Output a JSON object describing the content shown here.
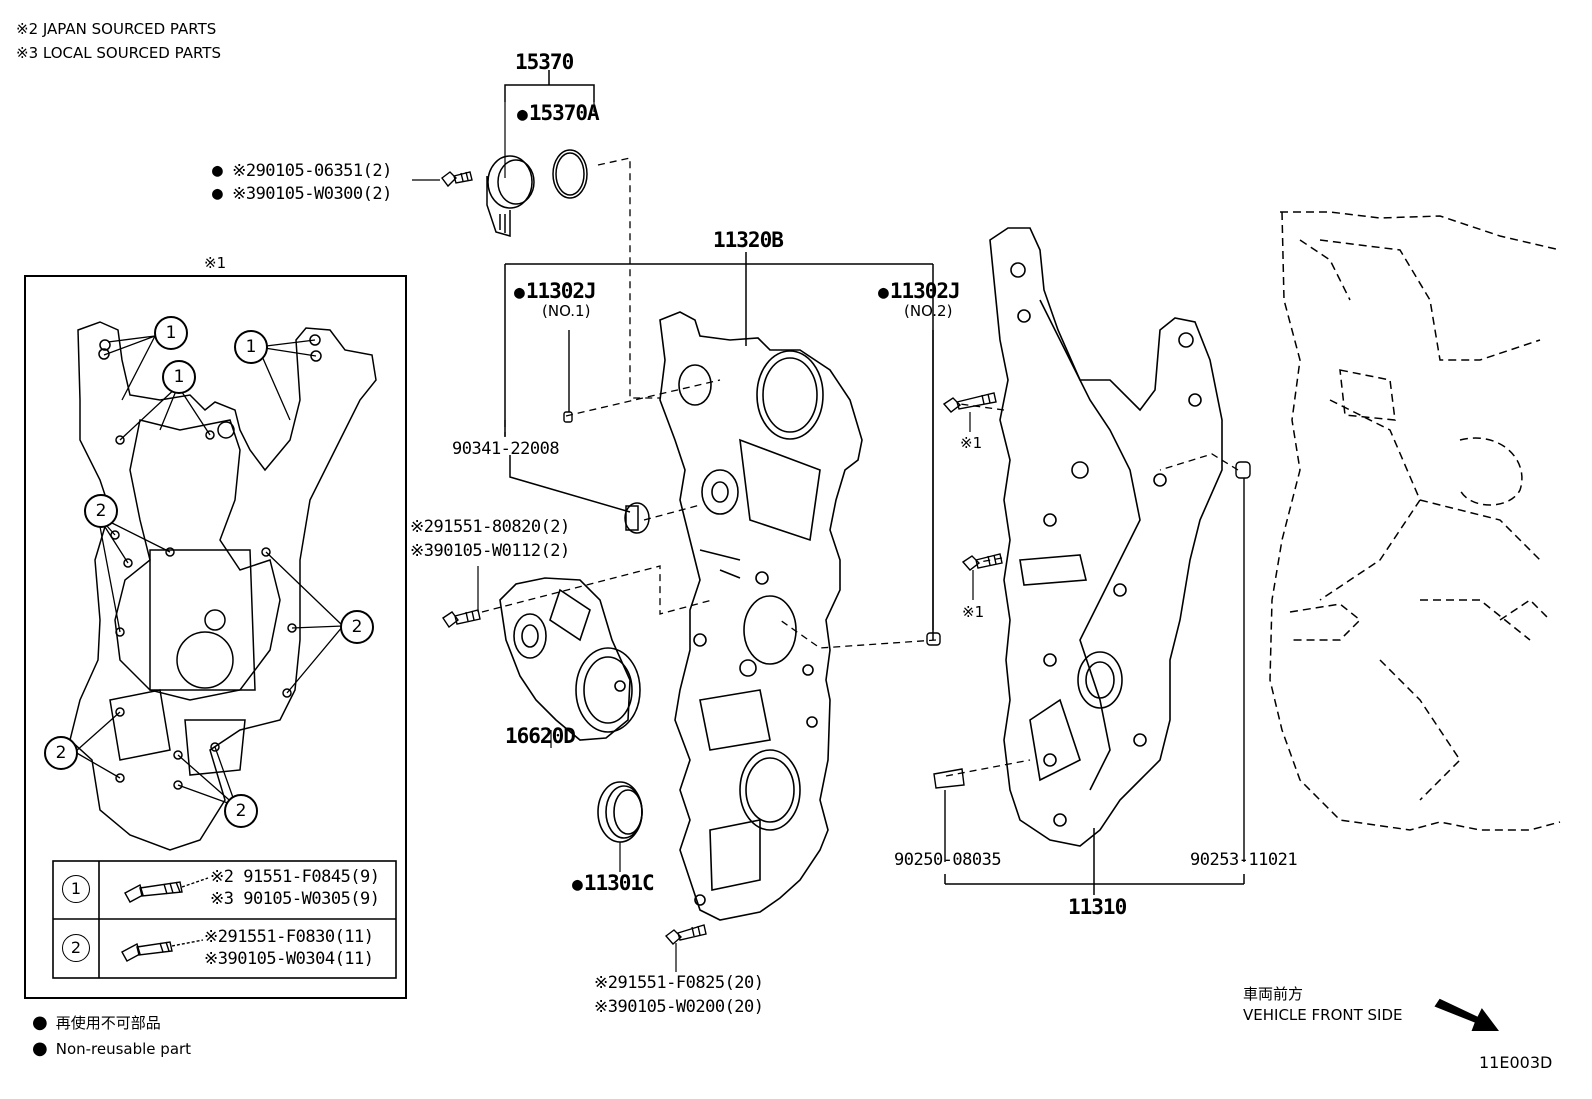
{
  "header_notes": {
    "line1": "※2 JAPAN SOURCED PARTS",
    "line2": "※3 LOCAL SOURCED PARTS"
  },
  "parts": {
    "p15370": "15370",
    "p15370A": "15370A",
    "bolt_top_1": "※290105-06351(2)",
    "bolt_top_2": "※390105-W0300(2)",
    "p11320B": "11320B",
    "p11302J_left": "11302J",
    "p11302J_left_sub": "(NO.1)",
    "p11302J_right": "11302J",
    "p11302J_right_sub": "(NO.2)",
    "p90341": "90341-22008",
    "bolt_mid_1": "※291551-80820(2)",
    "bolt_mid_2": "※390105-W0112(2)",
    "p16620D": "16620D",
    "p11301C": "11301C",
    "bolt_bottom_1": "※291551-F0825(20)",
    "bolt_bottom_2": "※390105-W0200(20)",
    "p90250": "90250-08035",
    "p90253": "90253-11021",
    "p11310": "11310",
    "star1_a": "※1",
    "star1_b": "※1"
  },
  "inset": {
    "title": "※1",
    "callout1": "1",
    "callout2": "2",
    "table": [
      {
        "key": "1",
        "line1": "※2 91551-F0845(9)",
        "line2": "※3 90105-W0305(9)"
      },
      {
        "key": "2",
        "line1": "※291551-F0830(11)",
        "line2": "※390105-W0304(11)"
      }
    ]
  },
  "legend": {
    "jp": "再使用不可部品",
    "en": "Non-reusable part"
  },
  "direction": {
    "jp": "車両前方",
    "en": "VEHICLE FRONT SIDE"
  },
  "figure_code": "11E003D"
}
